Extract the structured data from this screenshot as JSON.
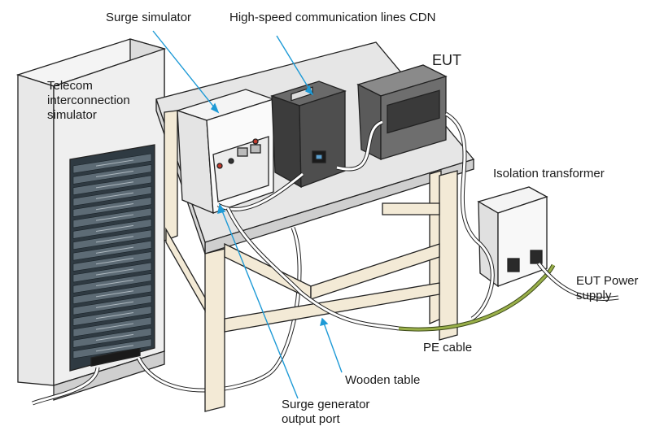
{
  "labels": {
    "surge_simulator": "Surge simulator",
    "cdn": "High-speed communication lines CDN",
    "eut": "EUT",
    "telecom_line1": "Telecom",
    "telecom_line2": "interconnection",
    "telecom_line3": "simulator",
    "isolation_transformer": "Isolation transformer",
    "eut_power_line1": "EUT Power",
    "eut_power_line2": "supply",
    "pe_cable": "PE cable",
    "wooden_table": "Wooden table",
    "surge_port_line1": "Surge generator",
    "surge_port_line2": "output port"
  },
  "colors": {
    "leader_line": "#1e9ad6",
    "table_wood": "#f3ead6",
    "table_top": "#e6e6e6",
    "cabinet": "#eeeeee",
    "rack_units": "#3b4a55",
    "eut_body": "#6c6c6c",
    "cdn_body": "#4a4a4a",
    "pe_cable": "#9ab04a",
    "outline": "#222222"
  }
}
